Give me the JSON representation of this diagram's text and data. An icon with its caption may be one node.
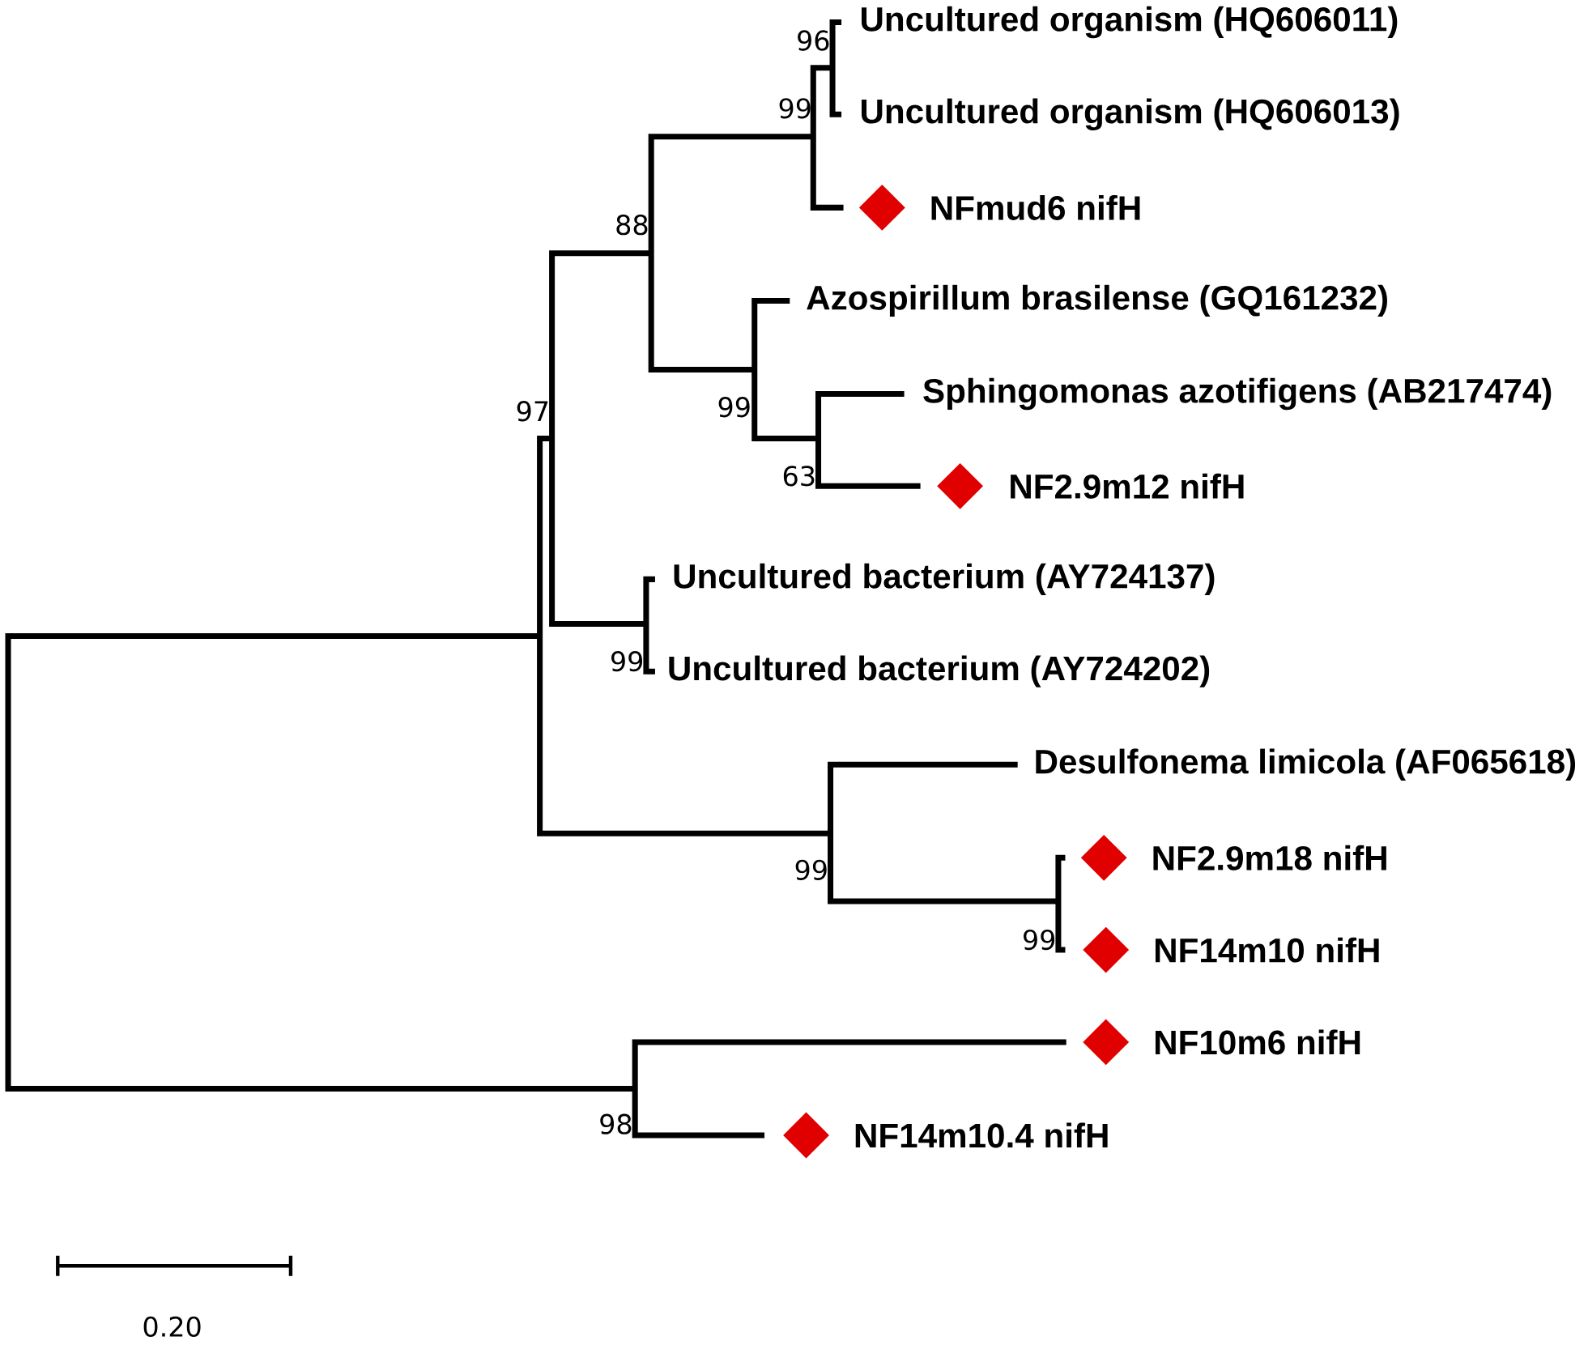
{
  "diagram": {
    "labels": [
      "Uncultured organism (HQ606011)",
      "96",
      "99",
      "Uncultured organism (HQ606013)",
      "NFmud6 nifH",
      "88",
      "Azospirillum brasilense (GQ161232)",
      "Sphingomonas azotifigens (AB217474)",
      "99",
      "97",
      "63",
      "NF2.9m12 nifH",
      "Uncultured bacterium (AY724137)",
      "99",
      "Uncultured bacterium (AY724202)",
      "Desulfonema limicola (AF065618)",
      "NF2.9m18 nifH",
      "99",
      "99",
      "NF14m10 nifH",
      "NF10m6 nifH",
      "98",
      "NF14m10.4 nifH",
      "0.20"
    ]
  }
}
